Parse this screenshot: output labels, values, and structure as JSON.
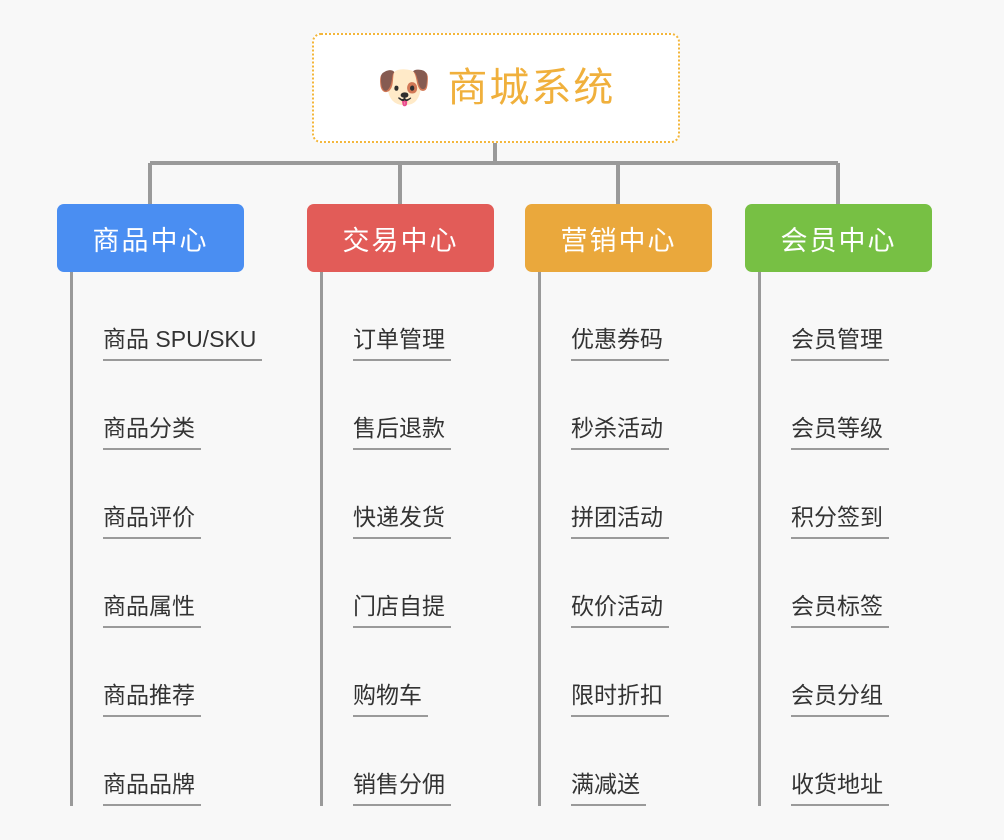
{
  "page": {
    "background_color": "#f8f8f8",
    "type": "mindmap"
  },
  "root": {
    "title": "商城系统",
    "emoji": "🐶",
    "emoji_name": "shiba-dog-face",
    "text_color": "#f0b03c",
    "border_color": "#f3b63a",
    "background_color": "#ffffff"
  },
  "connector": {
    "color": "#9a9a9a"
  },
  "columns": [
    {
      "id": "product-center",
      "label": "商品中心",
      "color": "#4a8ef2",
      "items": [
        {
          "label": "商品 SPU/SKU"
        },
        {
          "label": "商品分类"
        },
        {
          "label": "商品评价"
        },
        {
          "label": "商品属性"
        },
        {
          "label": "商品推荐"
        },
        {
          "label": "商品品牌"
        }
      ]
    },
    {
      "id": "trade-center",
      "label": "交易中心",
      "color": "#e25c58",
      "items": [
        {
          "label": "订单管理"
        },
        {
          "label": "售后退款"
        },
        {
          "label": "快递发货"
        },
        {
          "label": "门店自提"
        },
        {
          "label": "购物车"
        },
        {
          "label": "销售分佣"
        }
      ]
    },
    {
      "id": "marketing-center",
      "label": "营销中心",
      "color": "#eaa83c",
      "items": [
        {
          "label": "优惠券码"
        },
        {
          "label": "秒杀活动"
        },
        {
          "label": "拼团活动"
        },
        {
          "label": "砍价活动"
        },
        {
          "label": "限时折扣"
        },
        {
          "label": "满减送"
        }
      ]
    },
    {
      "id": "member-center",
      "label": "会员中心",
      "color": "#77c044",
      "items": [
        {
          "label": "会员管理"
        },
        {
          "label": "会员等级"
        },
        {
          "label": "积分签到"
        },
        {
          "label": "会员标签"
        },
        {
          "label": "会员分组"
        },
        {
          "label": "收货地址"
        }
      ]
    }
  ]
}
